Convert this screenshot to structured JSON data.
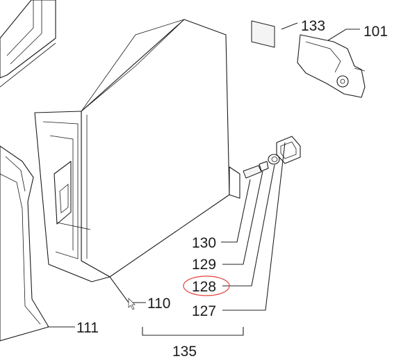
{
  "diagram": {
    "callouts": [
      {
        "id": "c133",
        "label": "133"
      },
      {
        "id": "c101",
        "label": "101"
      },
      {
        "id": "c130",
        "label": "130"
      },
      {
        "id": "c129",
        "label": "129"
      },
      {
        "id": "c128",
        "label": "128",
        "highlighted": true
      },
      {
        "id": "c127",
        "label": "127"
      },
      {
        "id": "c110",
        "label": "110"
      },
      {
        "id": "c111",
        "label": "111"
      },
      {
        "id": "c135",
        "label": "135"
      }
    ],
    "highlight_color": "#e0403a",
    "line_color": "#1a1a1a"
  }
}
